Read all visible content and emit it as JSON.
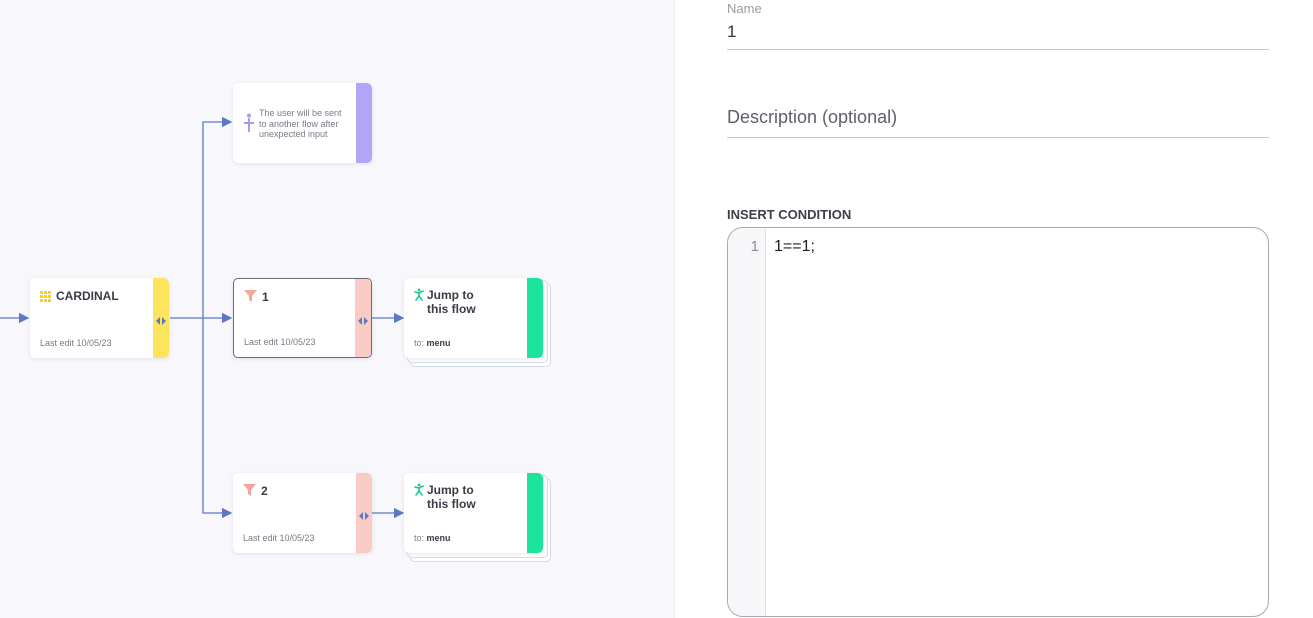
{
  "flow": {
    "cardinal": {
      "title": "CARDINAL",
      "last_edit": "Last edit 10/05/23"
    },
    "note": {
      "text": "The user will be sent to another flow after unexpected input"
    },
    "condition_1": {
      "title": "1",
      "last_edit": "Last edit 10/05/23"
    },
    "condition_2": {
      "title": "2",
      "last_edit": "Last edit 10/05/23"
    },
    "jump_1": {
      "title_line1": "Jump to",
      "title_line2": "this flow",
      "to_label": "to:",
      "to_value": "menu"
    },
    "jump_2": {
      "title_line1": "Jump to",
      "title_line2": "this flow",
      "to_label": "to:",
      "to_value": "menu"
    },
    "icons": {
      "cardinal": "grid-icon",
      "condition": "filter-funnel-icon",
      "jump": "jump-figure-icon",
      "note": "person-icon",
      "connector": "drag-handle-icon"
    }
  },
  "colors": {
    "cardinal_bar": "#fce45c",
    "condition_bar": "#f9cbc5",
    "jump_bar": "#1ee39c",
    "note_bar": "#b1a6f5",
    "wire": "#5c79c2"
  },
  "panel": {
    "name_label": "Name",
    "name_value": "1",
    "description_placeholder": "Description (optional)",
    "condition_title": "INSERT CONDITION",
    "editor": {
      "line_number": "1",
      "code": "1==1;"
    }
  }
}
